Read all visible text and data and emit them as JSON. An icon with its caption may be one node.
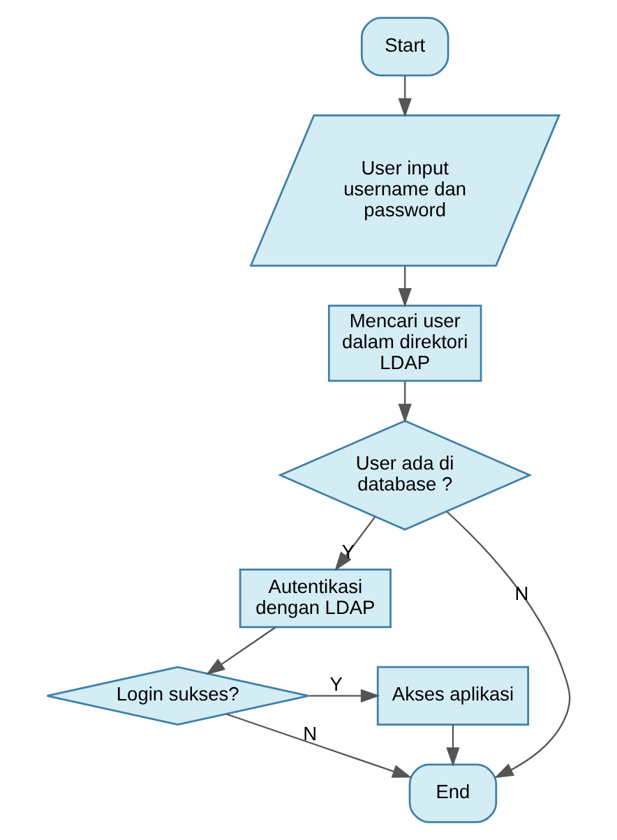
{
  "diagram": {
    "nodes": [
      {
        "text": [
          "Start"
        ]
      },
      {
        "text": [
          "User input username dan password"
        ]
      },
      {
        "text": [
          "Mencari user dalam direktori LDAP"
        ]
      },
      {
        "text": [
          "User ada di database ?"
        ]
      },
      {
        "text": [
          "Autentikasi dengan LDAP"
        ]
      },
      {
        "text": [
          "Login sukses?"
        ]
      },
      {
        "text": [
          "Akses aplikasi"
        ]
      },
      {
        "text": [
          "End"
        ]
      }
    ],
    "edges": [
      {
        "from": 0,
        "to": 1,
        "arrow": "to"
      },
      {
        "from": 1,
        "to": 2,
        "arrow": "to"
      },
      {
        "from": 2,
        "to": 3,
        "arrow": "to"
      },
      {
        "from": 3,
        "to": 4,
        "arrow": "to",
        "label": "Y"
      },
      {
        "from": 3,
        "to": 7,
        "arrow": "to",
        "label": "N"
      },
      {
        "from": 4,
        "to": 5,
        "arrow": "to"
      },
      {
        "from": 5,
        "to": 6,
        "arrow": "to",
        "label": "Y"
      },
      {
        "from": 5,
        "to": 7,
        "arrow": "to",
        "label": "N"
      },
      {
        "from": 6,
        "to": 7,
        "arrow": "to"
      }
    ]
  }
}
